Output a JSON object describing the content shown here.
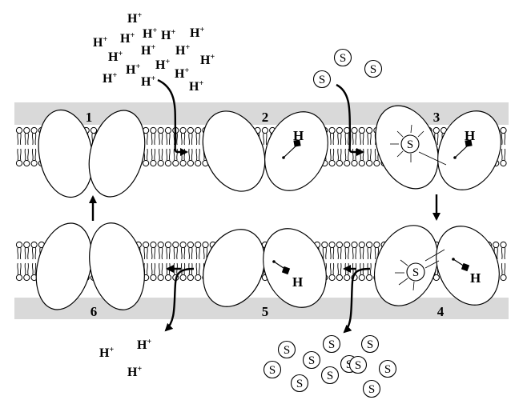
{
  "step_labels": [
    "1",
    "2",
    "3",
    "4",
    "5",
    "6"
  ],
  "proton_symbol": "H",
  "proton_charge": "+",
  "substrate_symbol": "S",
  "binding_site_label": "H",
  "colors": {
    "membrane_band": "#d9d9d9",
    "ink": "#000000",
    "protein_fill": "#ffffff"
  },
  "icons": [
    "proton-ion-icon",
    "substrate-molecule-icon",
    "lipid-bilayer-icon",
    "transporter-protein-icon",
    "process-arrow-icon"
  ]
}
